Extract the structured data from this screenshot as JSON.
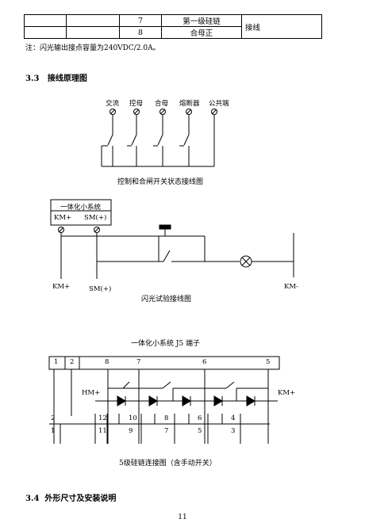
{
  "table": {
    "rows": [
      {
        "num": "7",
        "name": "第一级硅链"
      },
      {
        "num": "8",
        "name": "合母正"
      }
    ],
    "merged_note": "接线"
  },
  "note": "注：闪光输出接点容量为240VDC/2.0A。",
  "section_3_3": {
    "num": "3.3",
    "title": "接线原理图"
  },
  "diagram1": {
    "labels": [
      "交流",
      "控母",
      "合母",
      "熔断器",
      "公共端"
    ],
    "caption": "控制和合闸开关状态接线图"
  },
  "diagram2": {
    "box_title": "一体化小系统",
    "box_labels": [
      "KM+",
      "SM(+)"
    ],
    "bottom_left": "KM+",
    "bottom_mid": "SM(+)",
    "bottom_right": "KM-",
    "caption": "闪光试验接线图"
  },
  "diagram3": {
    "title": "一体化小系统 J5 端子",
    "top_nums": [
      "1",
      "2",
      "8",
      "7",
      "6",
      "5"
    ],
    "left_label": "HM+",
    "right_label": "KM+",
    "mid_nums_upper": [
      "2",
      "12",
      "10",
      "8",
      "6",
      "4"
    ],
    "mid_nums_lower": [
      "1",
      "11",
      "9",
      "7",
      "5",
      "3"
    ],
    "caption": "5级硅链连接图（含手动开关）"
  },
  "section_3_4": {
    "num": "3.4",
    "title": "外形尺寸及安装说明"
  },
  "page_number": "11"
}
